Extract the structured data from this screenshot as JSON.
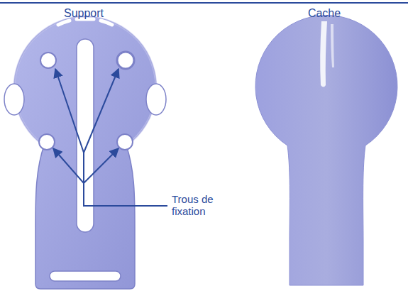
{
  "diagram": {
    "labels": [
      "Support",
      "Cache",
      "Trous de fixation"
    ]
  }
}
